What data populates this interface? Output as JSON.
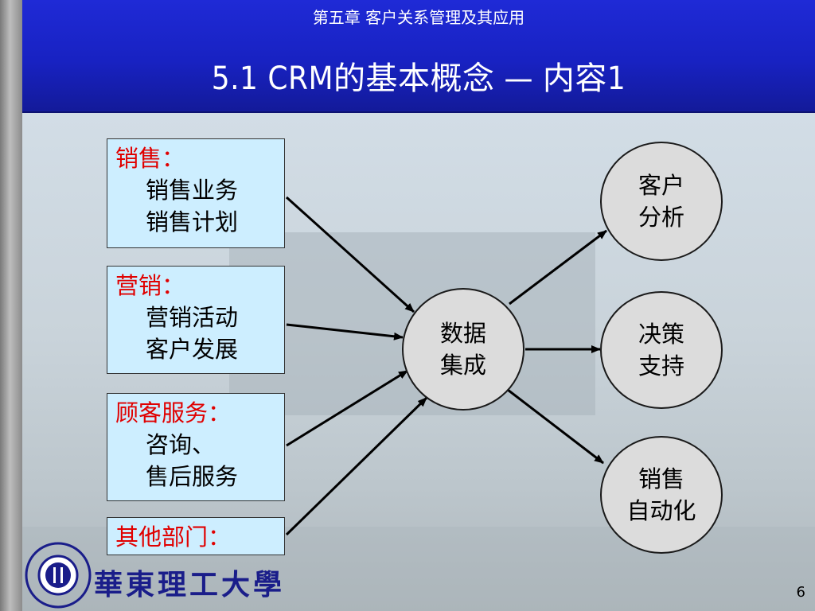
{
  "header": {
    "chapter_title": "第五章  客户关系管理及其应用",
    "slide_title": "5.1   CRM的基本概念 — 内容1"
  },
  "sources": [
    {
      "heading": "销售：",
      "items": [
        "销售业务",
        "销售计划"
      ]
    },
    {
      "heading": "营销：",
      "items": [
        "营销活动",
        "客户发展"
      ]
    },
    {
      "heading": "顾客服务：",
      "items": [
        "咨询、",
        "售后服务"
      ]
    },
    {
      "heading": "其他部门：",
      "items": []
    }
  ],
  "hub": {
    "lines": [
      "数据",
      "集成"
    ]
  },
  "outputs": [
    {
      "lines": [
        "客户",
        "分析"
      ]
    },
    {
      "lines": [
        "决策",
        "支持"
      ]
    },
    {
      "lines": [
        "销售",
        "自动化"
      ]
    }
  ],
  "footer": {
    "university_name": "華東理工大學",
    "page_number": "6"
  },
  "colors": {
    "header_blue": "#1f2ad6",
    "heading_red": "#e00000",
    "box_fill": "#cdeeff",
    "circle_fill": "#dcdcdc"
  }
}
